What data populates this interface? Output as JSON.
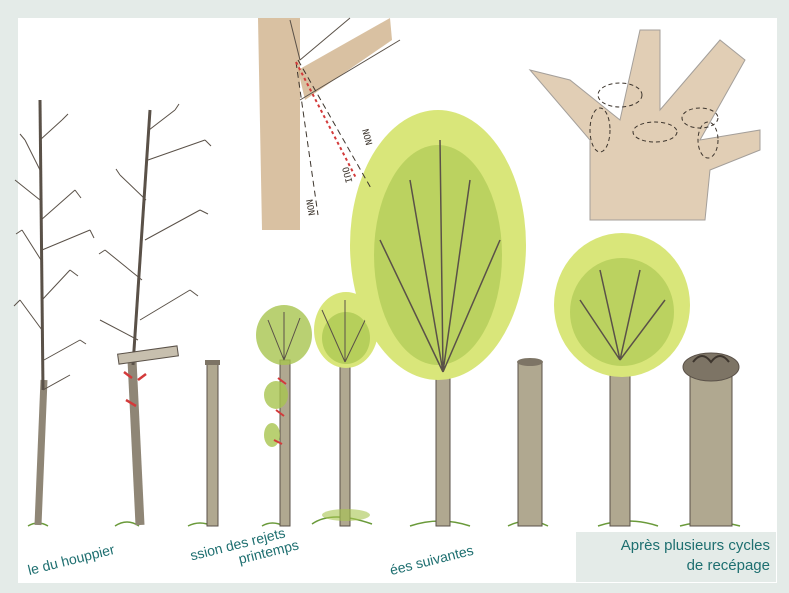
{
  "captions": {
    "step1": "le du houppier",
    "step2_line1": "ssion des rejets",
    "step2_line2": "printemps",
    "step3": "ées suivantes",
    "step4_line1": "Après plusieurs cycles",
    "step4_line2": "de recépage"
  },
  "sketch_labels": {
    "non_left": "NON",
    "oui": "OUI",
    "non_right": "NON"
  },
  "colors": {
    "frame": "#e4ebe8",
    "caption_text": "#1e6f70",
    "trunk": "#b0a890",
    "trunk_shadow": "#7d7465",
    "foliage_light": "#d9e67a",
    "foliage_mid": "#a7c44f",
    "foliage_dark": "#5f8a2e",
    "wood_detail": "#c9a77a",
    "cut_mark": "#d33a3a"
  }
}
